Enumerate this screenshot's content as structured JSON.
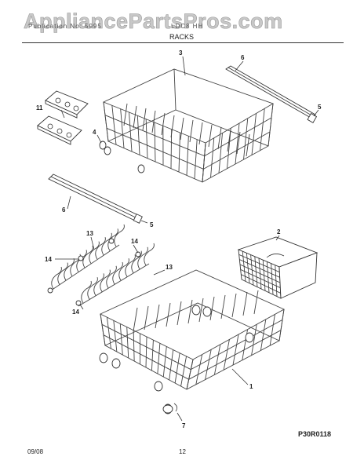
{
  "watermark": "AppliancePartsPros.com",
  "header": {
    "left_text": "Publication No: 5995",
    "right_text": "LDC8  HH",
    "section_title": "RACKS"
  },
  "callouts": {
    "c1": "1",
    "c2": "2",
    "c3": "3",
    "c4": "4",
    "c5a": "5",
    "c5b": "5",
    "c6a": "6",
    "c6b": "6",
    "c7": "7",
    "c11": "11",
    "c13a": "13",
    "c13b": "13",
    "c14a": "14",
    "c14b": "14",
    "c14c": "14"
  },
  "footer": {
    "diagram_code": "P30R0118",
    "date": "09/08",
    "page_number": "12"
  }
}
